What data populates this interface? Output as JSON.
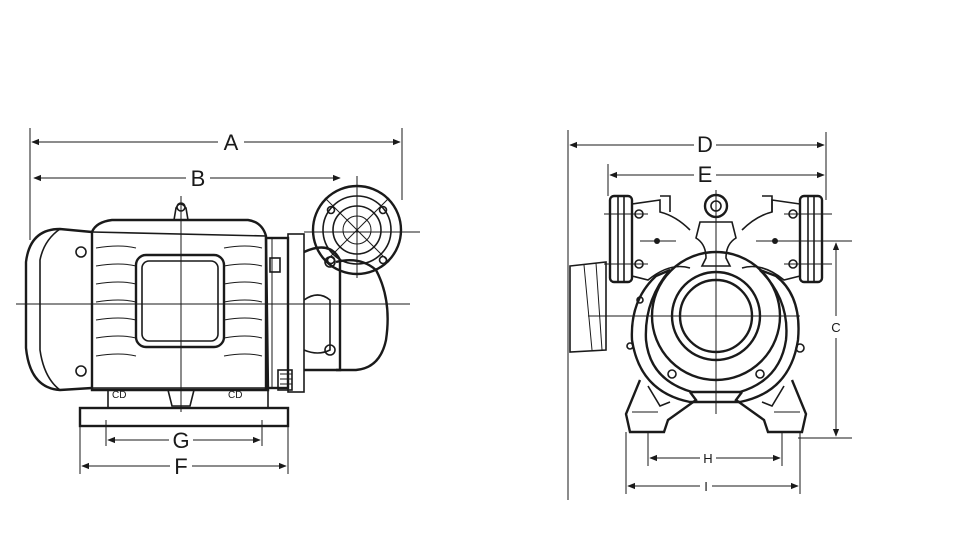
{
  "side_view": {
    "dims": {
      "a": "A",
      "b": "B",
      "g": "G",
      "f": "F"
    },
    "cd_left": "CD",
    "cd_right": "CD"
  },
  "end_view": {
    "dims": {
      "d": "D",
      "e": "E",
      "c": "C",
      "h": "H",
      "i": "I"
    }
  }
}
